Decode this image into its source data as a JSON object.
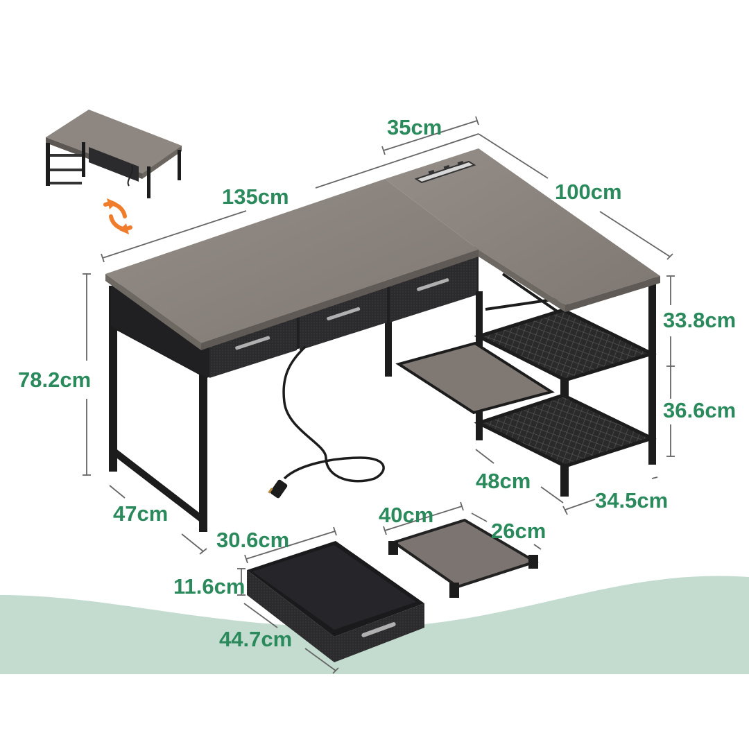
{
  "colors": {
    "accent_dimension": "#2a8a5c",
    "dimension_line": "#666666",
    "background_wave": "#c3dccf",
    "desktop_wood": "#8d8680",
    "frame_black": "#1c1c1c",
    "drawer_fabric": "#2b2b2d",
    "swap_arrow": "#ef7d2c"
  },
  "icons": {
    "reversible": "swap-arrows-icon"
  },
  "dimensions": {
    "top_side_depth": "35cm",
    "main_length": "135cm",
    "side_length": "100cm",
    "desk_height": "78.2cm",
    "shelf_upper": "33.8cm",
    "shelf_lower": "36.6cm",
    "desk_depth": "47cm",
    "shelf_width": "48cm",
    "shelf_depth": "34.5cm",
    "drawer_width": "30.6cm",
    "drawer_height": "11.6cm",
    "drawer_length": "44.7cm",
    "tray_length": "40cm",
    "tray_depth": "26cm"
  }
}
